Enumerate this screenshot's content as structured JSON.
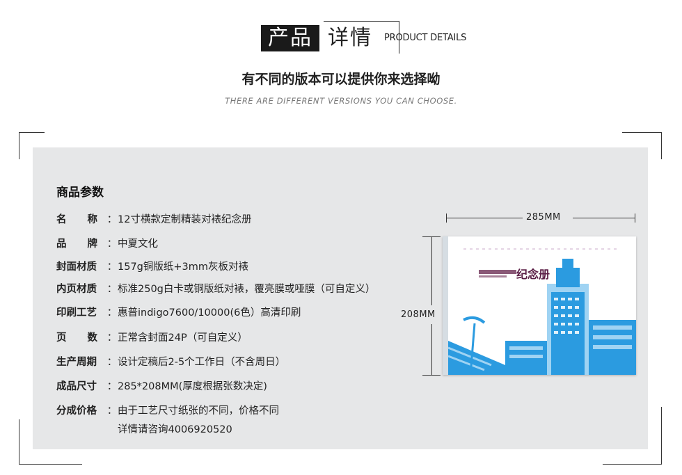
{
  "header": {
    "title_dark": "产品",
    "title_light": "详情",
    "title_en": "PRODUCT DETAILS",
    "subtitle": "有不同的版本可以提供你来选择呦",
    "subtitle_en": "THERE ARE DIFFERENT VERSIONS YOU CAN CHOOSE."
  },
  "panel": {
    "title": "商品参数",
    "params": [
      {
        "label": "名称",
        "value": "12寸横款定制精装对裱纪念册"
      },
      {
        "label": "品牌",
        "value": "中夏文化"
      },
      {
        "label": "封面材质",
        "value": "157g铜版纸+3mm灰板对裱"
      },
      {
        "label": "内页材质",
        "value": "标准250g白卡或铜版纸对裱，覆亮膜或哑膜（可自定义）"
      },
      {
        "label": "印刷工艺",
        "value": "惠普indigo7600/10000(6色）高清印刷"
      },
      {
        "label": "页数",
        "value": "正常含封面24P（可自定义）"
      },
      {
        "label": "生产周期",
        "value": "设计定稿后2-5个工作日（不含周日）"
      },
      {
        "label": "成品尺寸",
        "value": "285*208MM(厚度根据张数决定)"
      },
      {
        "label": "分成价格",
        "value": "由于工艺尺寸纸张的不同，价格不同",
        "value2": "详情请咨询4006920520"
      }
    ],
    "colon": "："
  },
  "dimensions": {
    "width": "285MM",
    "height": "208MM"
  },
  "album": {
    "cover_title": "纪念册",
    "colors": {
      "blue": "#2b9be0",
      "light_blue": "#9fd3f3"
    }
  }
}
